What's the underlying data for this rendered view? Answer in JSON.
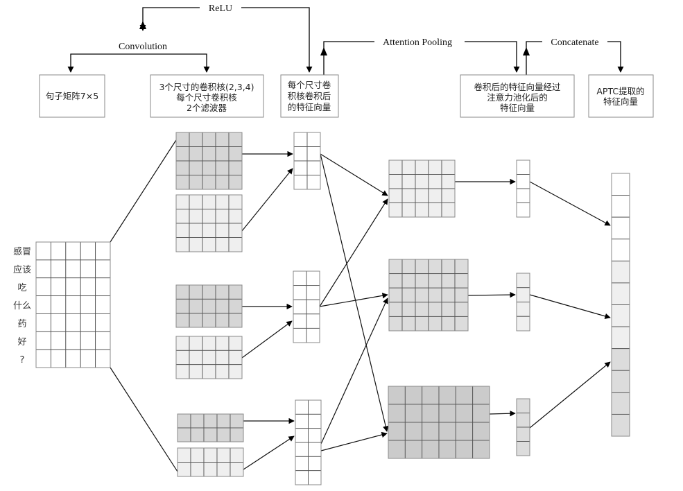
{
  "flow_labels": {
    "relu": "ReLU",
    "convolution": "Convolution",
    "attention_pooling": "Attention Pooling",
    "concatenate": "Concatenate"
  },
  "stage_boxes": [
    {
      "id": "sentence-matrix",
      "lines": [
        "句子矩阵7×5"
      ]
    },
    {
      "id": "filters",
      "lines": [
        "3个尺寸的卷积核(2,3,4)",
        "每个尺寸卷积核",
        "2个滤波器"
      ]
    },
    {
      "id": "feature-maps",
      "lines": [
        "每个尺寸卷",
        "积核卷积后",
        "的特征向量"
      ]
    },
    {
      "id": "pooled",
      "lines": [
        "卷积后的特征向量经过",
        "注意力池化后的",
        "特征向量"
      ]
    },
    {
      "id": "aptc-output",
      "lines": [
        "APTC提取的",
        "特征向量"
      ]
    }
  ],
  "sentence": {
    "words": [
      "感冒",
      "应该",
      "吃",
      "什么",
      "药",
      "好",
      "?"
    ],
    "rows": 7,
    "cols": 5
  },
  "filter_groups": [
    {
      "region_size": 2,
      "filters": [
        {
          "rows": 4,
          "cols": 5,
          "shade": "dark"
        },
        {
          "rows": 4,
          "cols": 5,
          "shade": "light"
        }
      ],
      "feature_map": {
        "rows": 4,
        "cols": 2
      }
    },
    {
      "region_size": 3,
      "filters": [
        {
          "rows": 3,
          "cols": 5,
          "shade": "dark"
        },
        {
          "rows": 3,
          "cols": 5,
          "shade": "light"
        }
      ],
      "feature_map": {
        "rows": 5,
        "cols": 2
      }
    },
    {
      "region_size": 4,
      "filters": [
        {
          "rows": 2,
          "cols": 5,
          "shade": "dark"
        },
        {
          "rows": 2,
          "cols": 5,
          "shade": "light"
        }
      ],
      "feature_map": {
        "rows": 6,
        "cols": 2
      }
    }
  ],
  "attention_matrices": [
    {
      "rows": 4,
      "cols": 5,
      "shade": "light",
      "vector_rows": 4,
      "vector_shade": "white"
    },
    {
      "rows": 5,
      "cols": 6,
      "shade": "mid",
      "vector_rows": 4,
      "vector_shade": "light"
    },
    {
      "rows": 4,
      "cols": 6,
      "shade": "darker",
      "vector_rows": 4,
      "vector_shade": "mid"
    }
  ],
  "concatenated_vector": {
    "segments": [
      "white",
      "light",
      "mid"
    ],
    "cells_per_segment": 4
  },
  "colors": {
    "white": "#ffffff",
    "light": "#efefef",
    "mid": "#dcdcdc",
    "dark": "#d6d6d6",
    "darker": "#cbcbcb",
    "grid_line": "#555555",
    "border": "#888888",
    "arrow": "#000000"
  }
}
